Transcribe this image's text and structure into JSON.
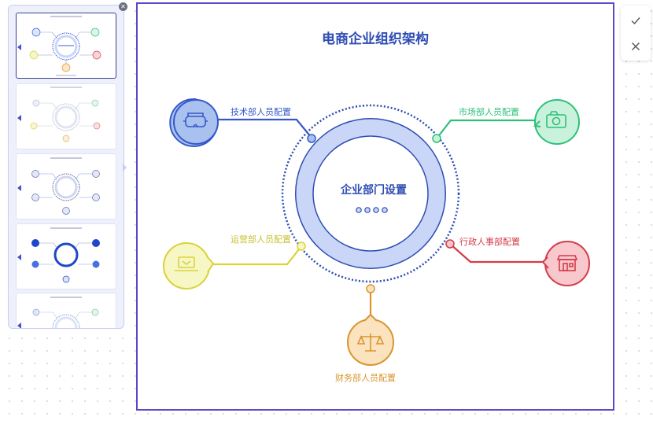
{
  "thumbnails": {
    "items": [
      {
        "accent": "#3a5bd8",
        "selected": true
      },
      {
        "accent": "#9aa3c8",
        "selected": false
      },
      {
        "accent": "#5c6aa8",
        "selected": false
      },
      {
        "accent": "#1f47c9",
        "selected": false
      },
      {
        "accent": "#8aa0d0",
        "selected": false
      }
    ],
    "close_icon": "close-icon"
  },
  "diagram": {
    "title": "电商企业组织架构",
    "center": {
      "label": "企业部门设置",
      "fill": "#c9d6f7",
      "stroke": "#2e4db3"
    },
    "nodes": [
      {
        "id": "tech",
        "label": "技术部人员配置",
        "color": "#3558c9",
        "fill": "#a9c1ef",
        "icon": "vr-goggles-icon"
      },
      {
        "id": "market",
        "label": "市场部人员配置",
        "color": "#2ec07a",
        "fill": "#c9f2dc",
        "icon": "camera-icon"
      },
      {
        "id": "ops",
        "label": "运营部人员配置",
        "color": "#d8d33a",
        "fill": "#f7f6c5",
        "icon": "laptop-icon"
      },
      {
        "id": "admin",
        "label": "行政人事部配置",
        "color": "#d33b4a",
        "fill": "#f9c8cc",
        "icon": "shop-icon"
      },
      {
        "id": "finance",
        "label": "财务部人员配置",
        "color": "#d9952d",
        "fill": "#fbe3c0",
        "icon": "scales-icon"
      }
    ]
  },
  "toolbar": {
    "confirm_icon": "check-icon",
    "cancel_icon": "close-icon"
  }
}
